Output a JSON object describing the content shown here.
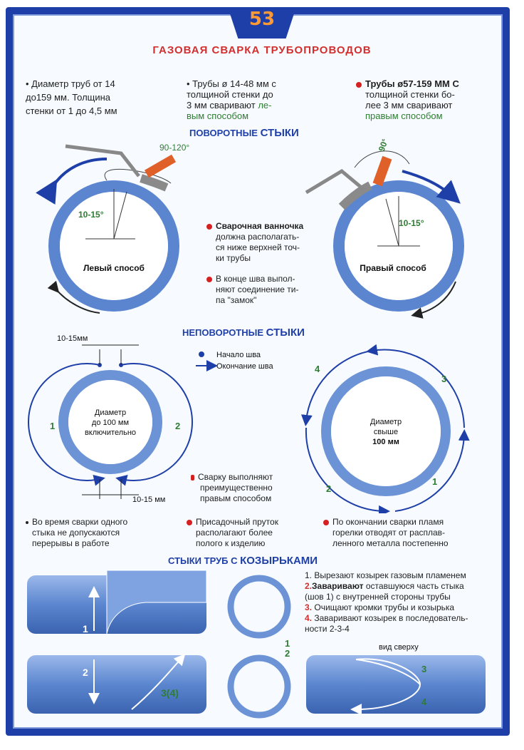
{
  "page_number": "53",
  "title": "ГАЗОВАЯ СВАРКА ТРУБОПРОВОДОВ",
  "intro": {
    "col1": [
      "• Диаметр труб от 14",
      "до159 мм. Толщина",
      "стенки от 1 до 4,5 мм"
    ],
    "col2_line1": "• Трубы ø 14-48 мм с",
    "col2_line2": "толщиной стенки до",
    "col2_line3a": "3 мм сваривают ",
    "col2_line3b": "ле-",
    "col2_line4": "вым способом",
    "col3_line1": "Трубы ø57-159 ММ С",
    "col3_line2": "толщиной стенки бо-",
    "col3_line3": "лее 3 мм сваривают",
    "col3_line4": "правым способом"
  },
  "section1": {
    "a": "ПОВОРОТНЫЕ ",
    "b": "СТЫКИ"
  },
  "rotary": {
    "left_angle": "90-120°",
    "left_tilt": "10-15°",
    "left_label": "Левый способ",
    "right_angle": "90°",
    "right_tilt": "10-15°",
    "right_label": "Правый способ",
    "note1": [
      "Сварочная ванночка",
      "должна располагать-",
      "ся ниже верхней точ-",
      "ки трубы"
    ],
    "note2": [
      "В конце шва выпол-",
      "няют соединение ти-",
      "па \"замок\""
    ]
  },
  "section2": {
    "a": "НЕПОВОРОТНЫЕ ",
    "b": "СТЫКИ"
  },
  "fixed": {
    "gap_top": "10-15мм",
    "gap_bottom": "10-15 мм",
    "legend_start": "Начало шва",
    "legend_end": "Окончание шва",
    "small_pipe": [
      "Диаметр",
      "до 100 мм",
      "включительно"
    ],
    "large_pipe": [
      "Диаметр",
      "свыше",
      "100 мм"
    ],
    "small_nums": [
      "1",
      "2"
    ],
    "large_nums": [
      "1",
      "2",
      "3",
      "4"
    ],
    "preferred": [
      "Сварку выполняют",
      "преимущественно",
      "правым способом"
    ],
    "b1": [
      "Во время сварки одного",
      "стыка не допускаются",
      "перерывы в работе"
    ],
    "b2": [
      "Присадочный пруток",
      "располагают более",
      "полого к изделию"
    ],
    "b3": [
      "По окончании сварки пламя",
      "горелки отводят от расплав-",
      "ленного металла постепенно"
    ]
  },
  "section3": {
    "a": "СТЫКИ ТРУБ С ",
    "b": "КОЗЫРЬКАМИ"
  },
  "visor": {
    "steps": [
      {
        "num": "1.",
        "bold": "",
        "text": "Вырезают козырек газовым пламенем"
      },
      {
        "num": "2.",
        "bold": "Заваривают",
        "text": " оставшуюся часть стыка"
      },
      {
        "num": "",
        "bold": "",
        "text": "(шов 1) с внутренней стороны трубы"
      },
      {
        "num": "3.",
        "bold": "",
        "text": "Очищают кромки трубы и козырька"
      },
      {
        "num": "4.",
        "bold": "",
        "text": "Заваривают козырек в последователь-"
      },
      {
        "num": "",
        "bold": "",
        "text": "ности 2-3-4"
      }
    ],
    "top_view": "вид сверху",
    "labels": [
      "1",
      "2",
      "3(4)",
      "1",
      "2",
      "3",
      "4"
    ]
  },
  "colors": {
    "frame": "#1f3fa8",
    "pipe": "#5b86cf",
    "accent": "#d32f2f",
    "green": "#2e7d32"
  }
}
